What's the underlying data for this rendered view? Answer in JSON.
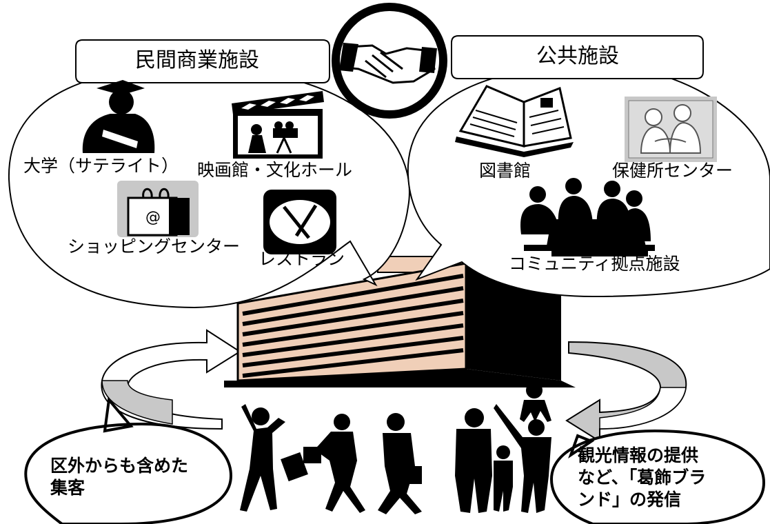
{
  "private_facilities": {
    "title": "民間商業施設",
    "items": [
      "大学（サテライト）",
      "映画館・文化ホール",
      "ショッピングセンター",
      "レストラン"
    ]
  },
  "public_facilities": {
    "title": "公共施設",
    "items": [
      "図書館",
      "保健所センター",
      "コミュニティ拠点施設"
    ]
  },
  "outcomes": {
    "left": "区外からも含めた集客",
    "right": "観光情報の提供など、「葛飾ブランド」の発信"
  },
  "colors": {
    "building_facade": "#f0cfb8",
    "building_side": "#000000",
    "clipart_grey": "#c8c8c8"
  },
  "icons": [
    "handshake-icon",
    "graduate-icon",
    "film-camera-icon",
    "shopping-bag-icon",
    "restaurant-plate-icon",
    "book-icon",
    "health-care-icon",
    "meeting-icon",
    "building-icon",
    "people-silhouettes-icon"
  ]
}
